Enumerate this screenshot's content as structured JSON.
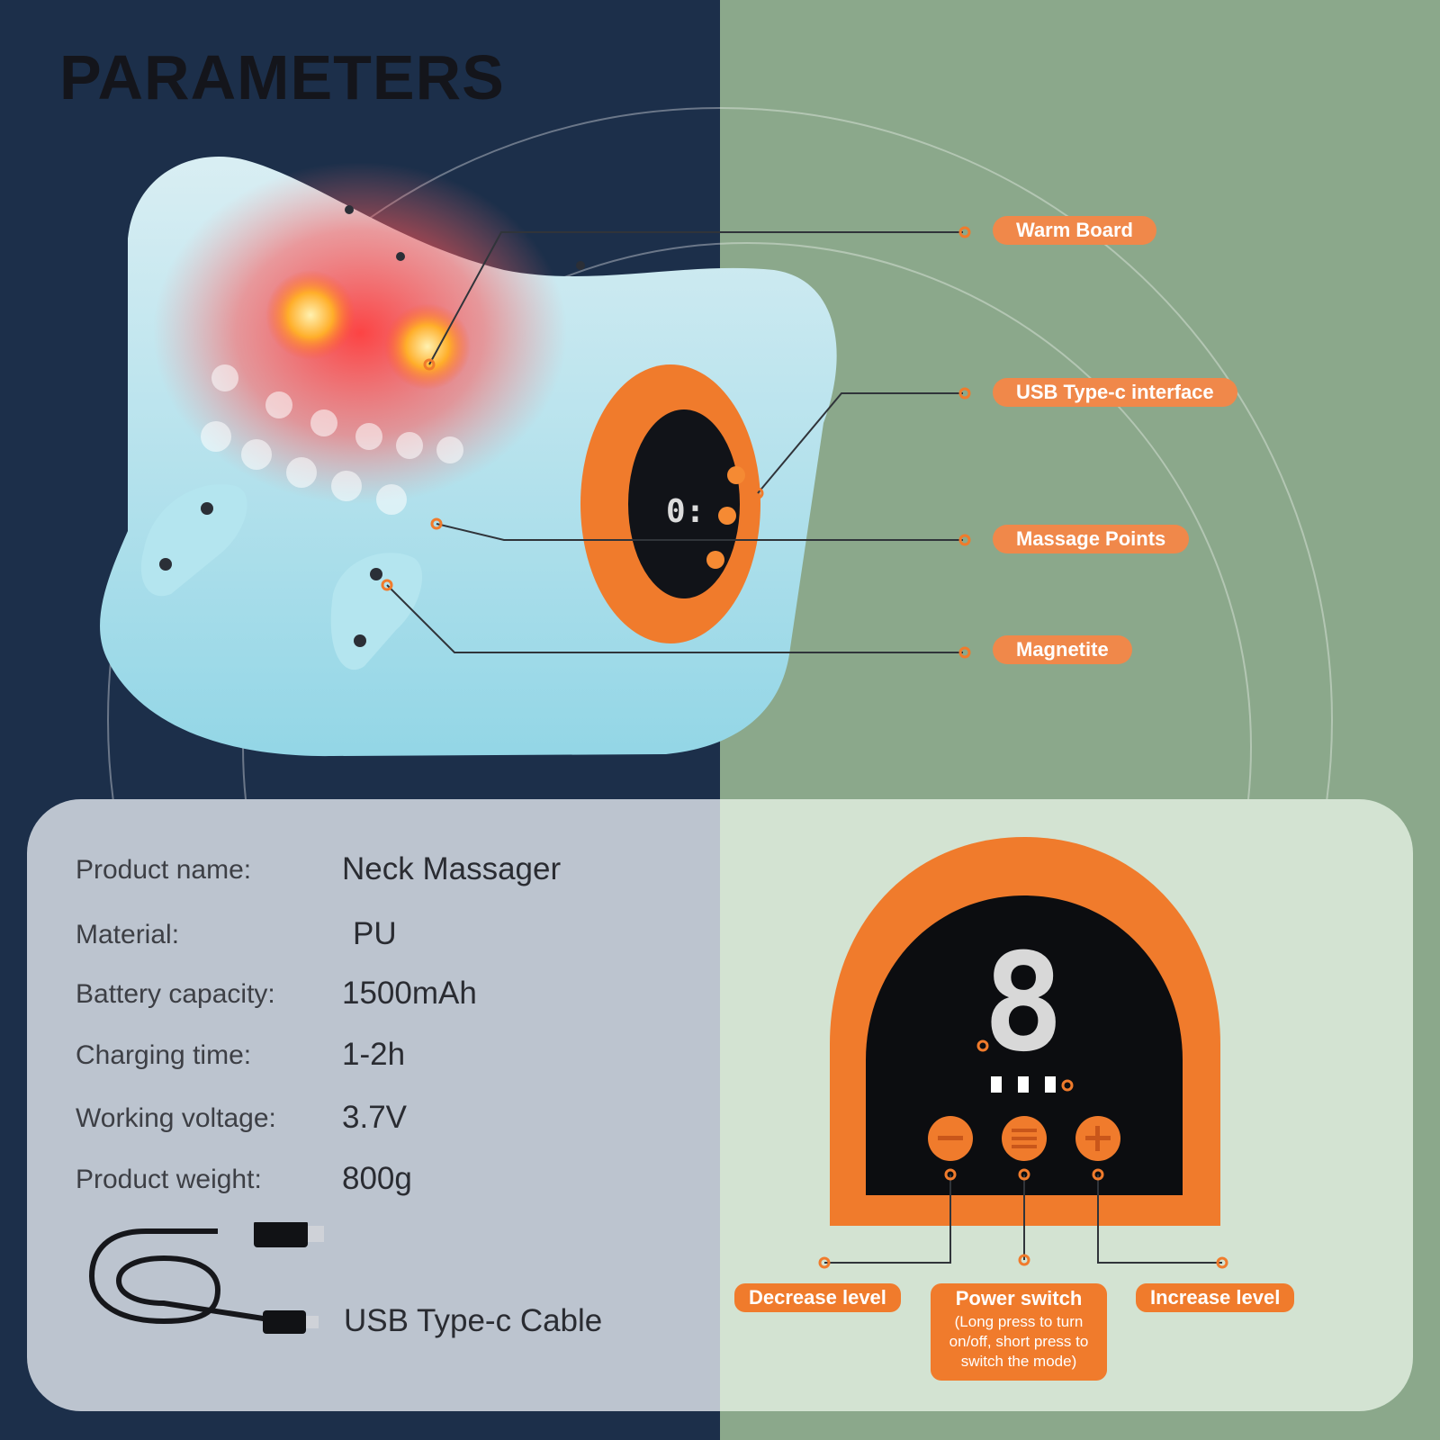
{
  "title": "PARAMETERS",
  "colors": {
    "navy": "#1c2f4a",
    "sage": "#8ba88b",
    "accent": "#f0884a",
    "panel_left": "#bcc4cf",
    "panel_right": "#d3e3d2"
  },
  "callouts": [
    {
      "id": "warm-board",
      "label": "Warm Board"
    },
    {
      "id": "usb-type-c-interface",
      "label": "USB Type-c interface"
    },
    {
      "id": "massage-points",
      "label": "Massage Points"
    },
    {
      "id": "magnetite",
      "label": "Magnetite"
    }
  ],
  "specs": [
    {
      "label": "Product name:",
      "value": "Neck Massager"
    },
    {
      "label": "Material:",
      "value": "PU"
    },
    {
      "label": "Battery capacity:",
      "value": "1500mAh"
    },
    {
      "label": "Charging time:",
      "value": "1-2h"
    },
    {
      "label": "Working voltage:",
      "value": "3.7V"
    },
    {
      "label": "Product weight:",
      "value": "800g"
    }
  ],
  "cable": {
    "label": "USB Type-c Cable"
  },
  "control_panel": {
    "display_digit": "8",
    "decrease_label": "Decrease level",
    "power_label": "Power switch",
    "power_desc": "(Long press to turn on/off, short press to switch the mode)",
    "increase_label": "Increase level"
  }
}
